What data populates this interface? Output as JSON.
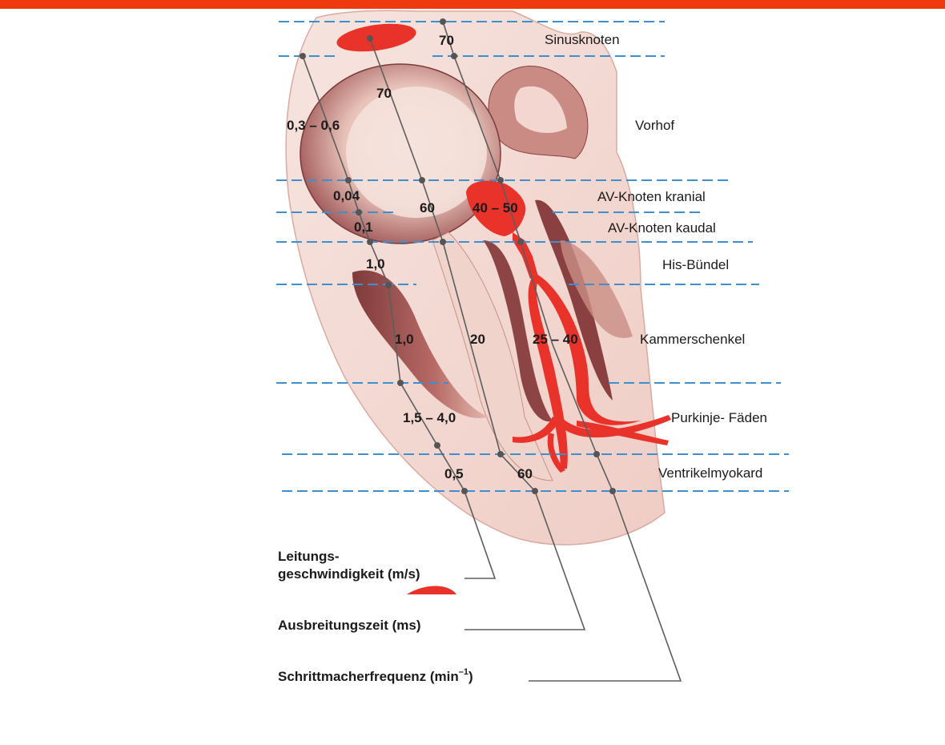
{
  "structures": [
    {
      "id": "sinus",
      "label": "Sinusknoten",
      "velocity": "",
      "time": "",
      "rate": "70"
    },
    {
      "id": "vorhof",
      "label": "Vorhof",
      "velocity": "0,3 – 0,6",
      "time": "70",
      "rate": ""
    },
    {
      "id": "av-kranial",
      "label": "AV-Knoten kranial",
      "velocity": "0,04",
      "time": "",
      "rate": ""
    },
    {
      "id": "av-kaudal",
      "label": "AV-Knoten kaudal",
      "velocity": "0,1",
      "time": "60",
      "rate": "40 – 50"
    },
    {
      "id": "his",
      "label": "His-Bündel",
      "velocity": "1,0",
      "time": "",
      "rate": ""
    },
    {
      "id": "kammerschenkel",
      "label": "Kammerschenkel",
      "velocity": "1,0",
      "time": "20",
      "rate": "25 – 40"
    },
    {
      "id": "purkinje",
      "label": "Purkinje- Fäden",
      "velocity": "1,5 – 4,0",
      "time": "",
      "rate": ""
    },
    {
      "id": "ventrikel",
      "label": "Ventrikelmyokard",
      "velocity": "0,5",
      "time": "60",
      "rate": ""
    }
  ],
  "legend": {
    "velocity_line1": "Leitungs-",
    "velocity_line2": "geschwindigkeit (m/s)",
    "time": "Ausbreitungszeit (ms)",
    "rate": "Schrittmacherfrequenz (min",
    "rate_sup": "–1",
    "rate_close": ")"
  },
  "colors": {
    "accent_bar": "#ef3a0f",
    "dashed_line": "#3d8fcf",
    "leader_line": "#5d5d5d",
    "conduction_red": "#e8322a",
    "tissue_light": "#f3d9d3",
    "tissue_dark": "#9c4a4a"
  }
}
